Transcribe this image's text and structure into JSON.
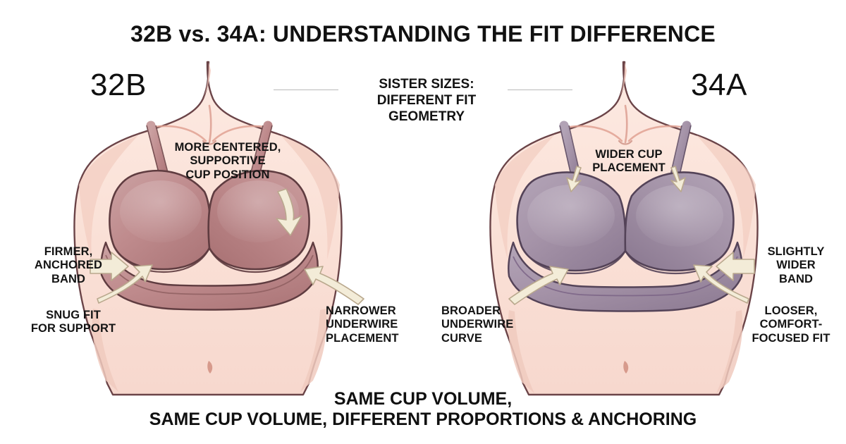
{
  "title": "32B vs. 34A: UNDERSTANDING THE FIT DIFFERENCE",
  "labels": {
    "left_size": "32B",
    "right_size": "34A"
  },
  "center_caption": {
    "line1": "SISTER SIZES:",
    "line2": "DIFFERENT FIT",
    "line3": "GEOMETRY"
  },
  "annotations": {
    "left_figure": {
      "cup_position": "MORE CENTERED,\nSUPPORTIVE\nCUP POSITION",
      "band": "FIRMER,\nANCHORED\nBAND",
      "snug": "SNUG FIT\nFOR SUPPORT",
      "underwire": "NARROWER\nUNDERWIRE\nPLACEMENT"
    },
    "right_figure": {
      "cup_position": "WIDER CUP\nPLACEMENT",
      "band": "SLIGHTLY\nWIDER\nBAND",
      "fit": "LOOSER,\nCOMFORT-\nFOCUSED FIT",
      "underwire": "BROADER\nUNDERWIRE\nCURVE"
    }
  },
  "bottom_caption": {
    "line1": "SAME CUP VOLUME,",
    "line2": "SAME CUP VOLUME, DIFFERENT PROPORTIONS & ANCHORING"
  },
  "colors": {
    "background": "#ffffff",
    "skin": "#fbe3d9",
    "skin_shadow": "#f2c9bd",
    "outline": "#5a3a3c",
    "bra_left": "#c08c8e",
    "bra_left_dark": "#a87173",
    "bra_right": "#a593a8",
    "bra_right_dark": "#8c7a92",
    "arrow_fill": "#f3ecd8",
    "arrow_stroke": "#b9a88d",
    "text": "#111111",
    "rule": "#b9b9b9"
  }
}
